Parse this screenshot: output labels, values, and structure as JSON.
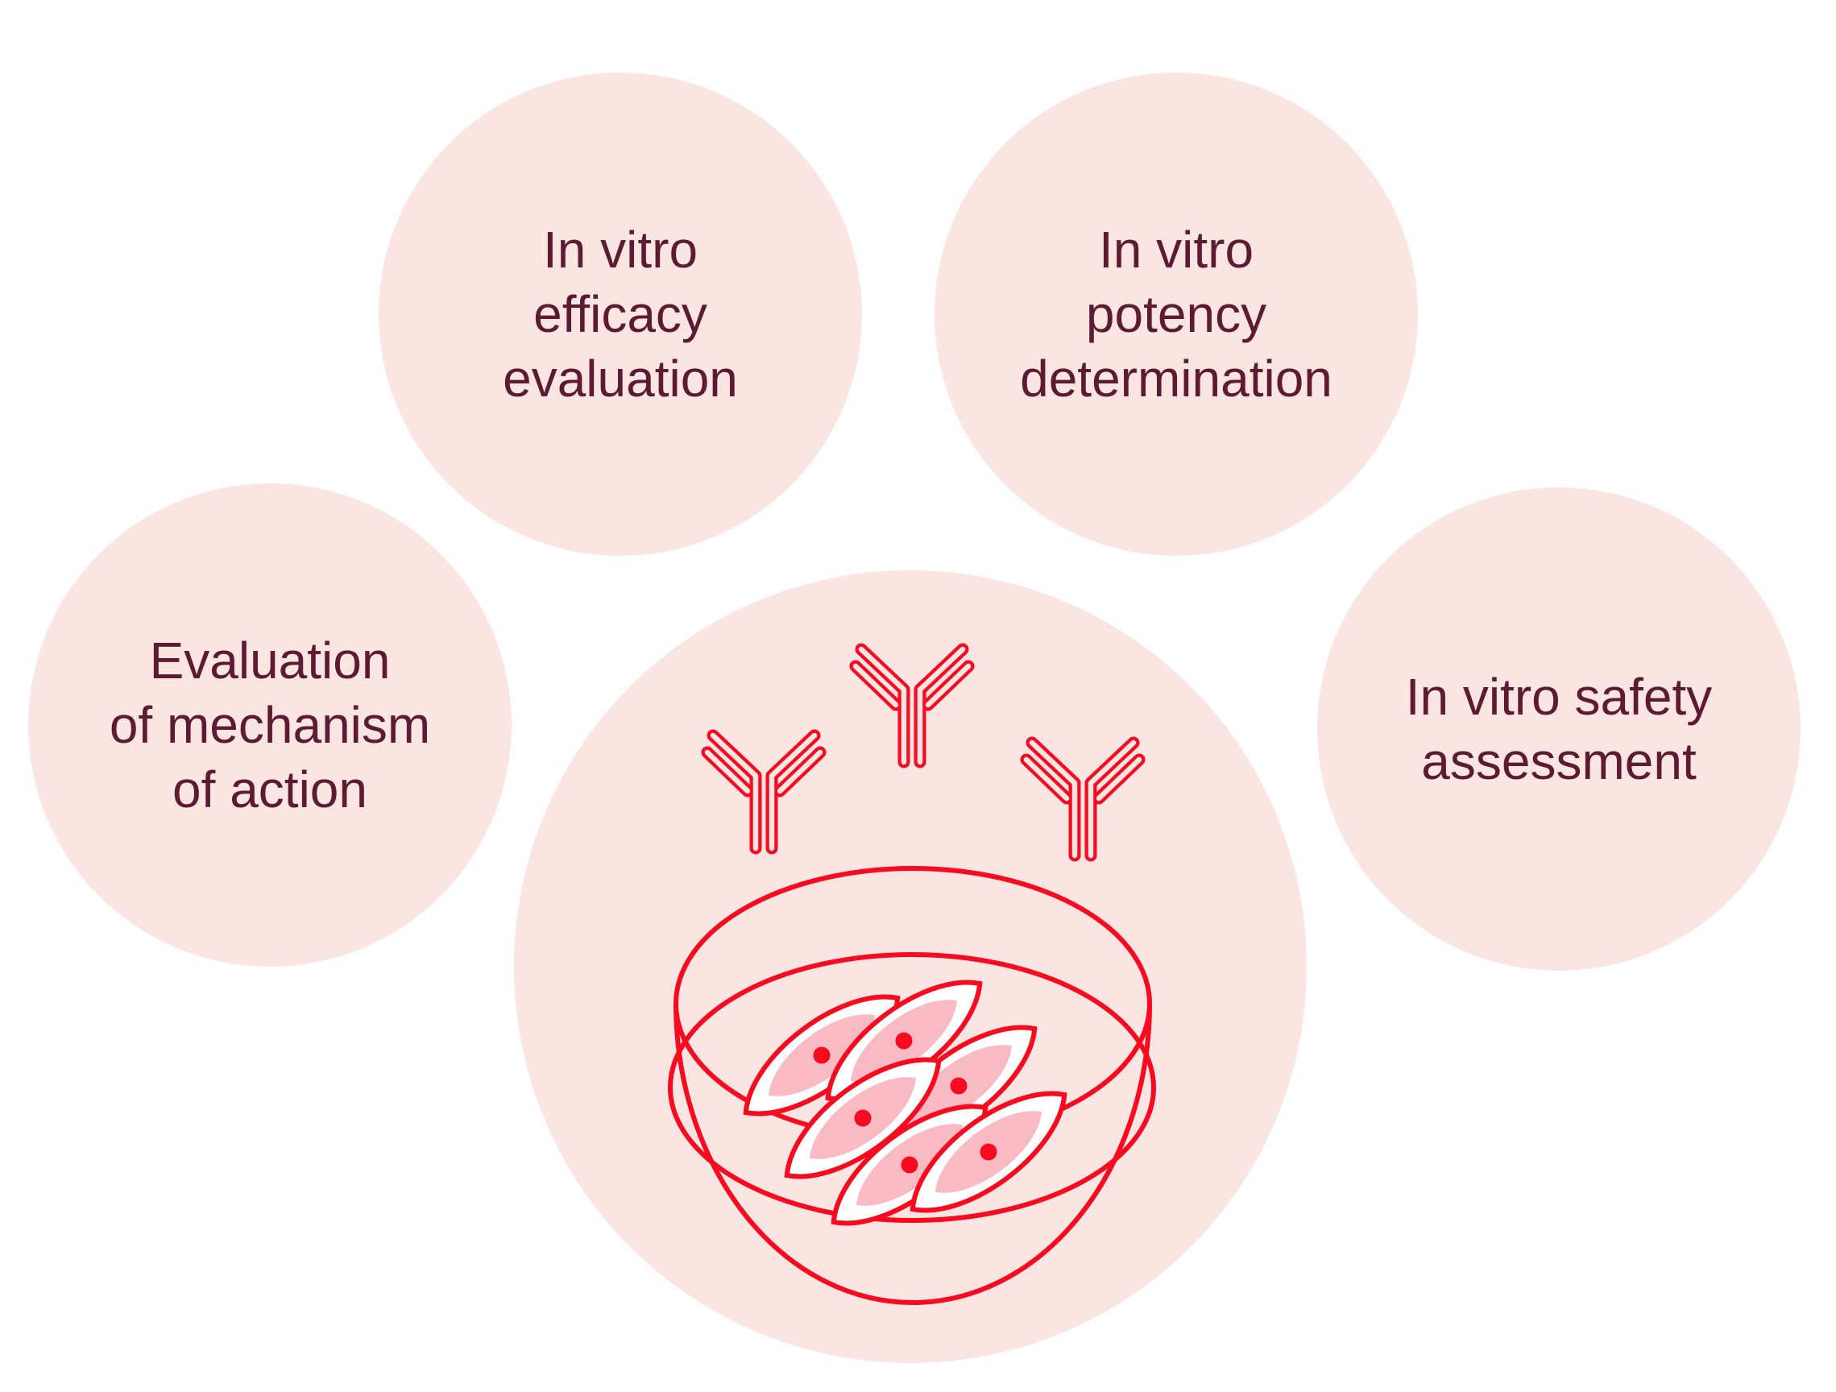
{
  "colors": {
    "red": "#FA0A1E",
    "bubble": "#FAE5E3",
    "maroon": "#5C1B30",
    "cellpink": "#F9BAC4"
  },
  "bubbles": [
    {
      "name": "in-vitro-efficacy-evaluation",
      "lines": [
        "In vitro",
        "efficacy",
        "evaluation"
      ]
    },
    {
      "name": "in-vitro-potency-determination",
      "lines": [
        "In vitro",
        "potency",
        "determination"
      ]
    },
    {
      "name": "evaluation-of-mechanism-of-action",
      "lines": [
        "Evaluation",
        "of mechanism",
        "of action"
      ]
    },
    {
      "name": "in-vitro-safety-assessment",
      "lines": [
        "In vitro safety",
        "assessment"
      ]
    }
  ],
  "central_illustration": {
    "icons": [
      "antibody-icon",
      "petri-dish-icon",
      "cell-icon"
    ],
    "antibody_count": 3,
    "cell_count": 6
  }
}
